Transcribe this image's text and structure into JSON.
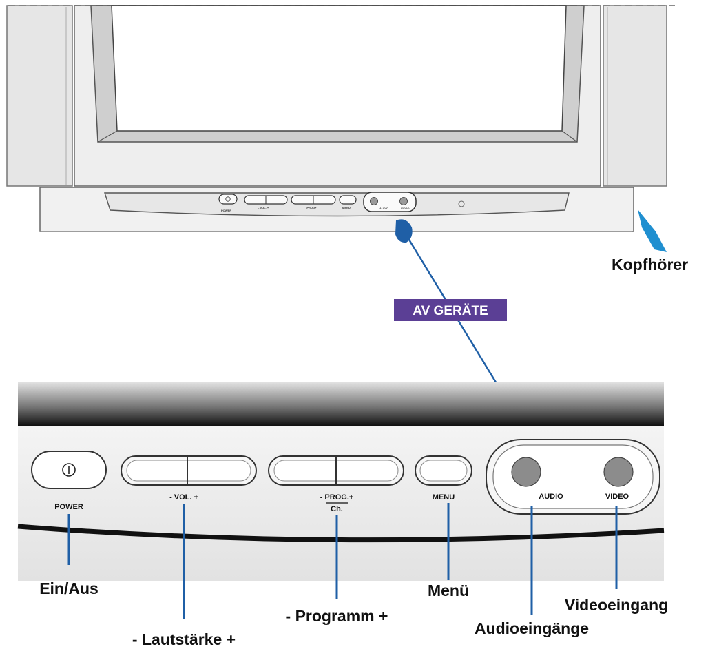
{
  "panel": {
    "power_label": "POWER",
    "vol_label": "- VOL. +",
    "prog_label": "- PROG.+",
    "ch_label": "Ch.",
    "menu_label": "MENU",
    "audio_label": "AUDIO",
    "video_label": "VIDEO"
  },
  "callouts": {
    "power": "Ein/Aus",
    "volume": "- Lautstärke +",
    "program": "- Programm +",
    "menu": "Menü",
    "audio": "Audioeingänge",
    "video": "Videoeingang",
    "headphones": "Kopfhörer",
    "av": "AV GERÄTE"
  },
  "colors": {
    "callout_line": "#1f5fa6",
    "headphone_pointer": "#1f8fd0",
    "av_badge": "#5b3f95",
    "jack": "#8c8c8c"
  }
}
